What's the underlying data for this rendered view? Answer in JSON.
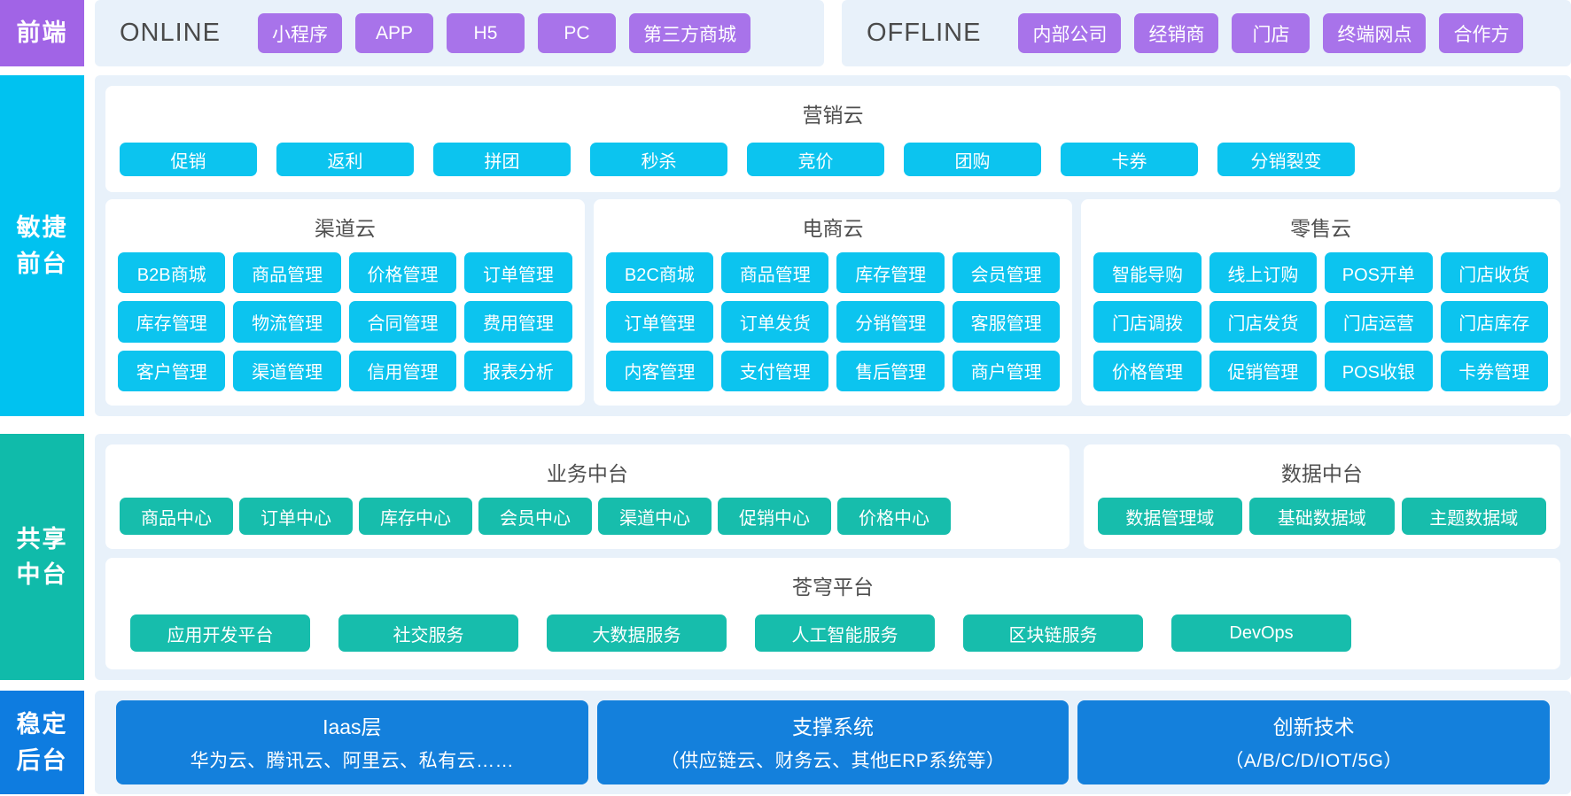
{
  "colors": {
    "page": "#ffffff",
    "panel": "#e8f1fa",
    "card": "#ffffff",
    "purple_rail": "#a164e6",
    "purple_chip": "#a873ea",
    "cyan_rail": "#00c2f0",
    "cyan_chip": "#0cc4ef",
    "teal_rail": "#10bbaa",
    "teal_chip": "#17bdac",
    "blue_rail": "#0e7ce0",
    "blue_box": "#1480dc",
    "label_gray": "#4a4a4a"
  },
  "frontend": {
    "rail": "前端",
    "online": {
      "label": "ONLINE",
      "items": [
        "小程序",
        "APP",
        "H5",
        "PC",
        "第三方商城"
      ]
    },
    "offline": {
      "label": "OFFLINE",
      "items": [
        "内部公司",
        "经销商",
        "门店",
        "终端网点",
        "合作方"
      ]
    }
  },
  "agile": {
    "rail": "敏捷\n前台",
    "marketing": {
      "title": "营销云",
      "items": [
        "促销",
        "返利",
        "拼团",
        "秒杀",
        "竞价",
        "团购",
        "卡券",
        "分销裂变"
      ]
    },
    "clouds": [
      {
        "title": "渠道云",
        "items": [
          "B2B商城",
          "商品管理",
          "价格管理",
          "订单管理",
          "库存管理",
          "物流管理",
          "合同管理",
          "费用管理",
          "客户管理",
          "渠道管理",
          "信用管理",
          "报表分析"
        ]
      },
      {
        "title": "电商云",
        "items": [
          "B2C商城",
          "商品管理",
          "库存管理",
          "会员管理",
          "订单管理",
          "订单发货",
          "分销管理",
          "客服管理",
          "内客管理",
          "支付管理",
          "售后管理",
          "商户管理"
        ]
      },
      {
        "title": "零售云",
        "items": [
          "智能导购",
          "线上订购",
          "POS开单",
          "门店收货",
          "门店调拨",
          "门店发货",
          "门店运营",
          "门店库存",
          "价格管理",
          "促销管理",
          "POS收银",
          "卡券管理"
        ]
      }
    ]
  },
  "shared": {
    "rail": "共享\n中台",
    "business": {
      "title": "业务中台",
      "items": [
        "商品中心",
        "订单中心",
        "库存中心",
        "会员中心",
        "渠道中心",
        "促销中心",
        "价格中心"
      ]
    },
    "data": {
      "title": "数据中台",
      "items": [
        "数据管理域",
        "基础数据域",
        "主题数据域"
      ]
    },
    "platform": {
      "title": "苍穹平台",
      "items": [
        "应用开发平台",
        "社交服务",
        "大数据服务",
        "人工智能服务",
        "区块链服务",
        "DevOps"
      ]
    }
  },
  "stable": {
    "rail": "稳定\n后台",
    "boxes": [
      {
        "title": "Iaas层",
        "subtitle": "华为云、腾讯云、阿里云、私有云……"
      },
      {
        "title": "支撑系统",
        "subtitle": "（供应链云、财务云、其他ERP系统等）"
      },
      {
        "title": "创新技术",
        "subtitle": "（A/B/C/D/IOT/5G）"
      }
    ]
  }
}
